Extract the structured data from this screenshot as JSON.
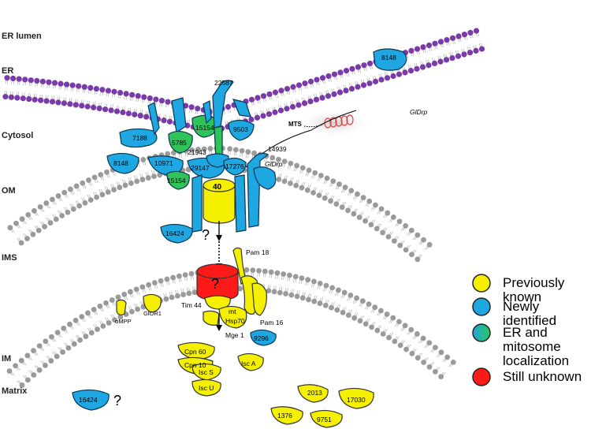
{
  "compartments": {
    "er_lumen": "ER lumen",
    "er": "ER",
    "cytosol": "Cytosol",
    "om": "OM",
    "ims": "IMS",
    "im": "IM",
    "matrix": "Matrix"
  },
  "proteins": {
    "p8148_er": "8148",
    "p22587": "22587",
    "gldrp_er": "GlDrp",
    "mts": "MTS",
    "p7188": "7188",
    "p5785": "5785",
    "p15154_er": "15154",
    "p9503": "9503",
    "p21943": "21943",
    "p14939": "14939",
    "p8148_cyt": "8148",
    "p10971": "10971",
    "p29147": "29147",
    "p17276": "17276",
    "p15154_om": "15154",
    "gldrp_om": "GlDrp",
    "tom40": "40",
    "p16424_ims": "16424",
    "q_ims": "?",
    "pam18": "Pam 18",
    "unknown_channel": "?",
    "tim44": "Tim 44",
    "mthsp70": "mt\nHsp70",
    "pam16": "Pam 16",
    "glor1": "GlOR1",
    "ampp": "αMPP",
    "mge1": "Mge 1",
    "p9296": "9296",
    "cpn60": "Cpn 60",
    "cpn10": "Cpn 10",
    "iscs": "Isc S",
    "isca": "Isc A",
    "iscu": "Isc U",
    "p16424_mx": "16424",
    "q_mx": "?",
    "p2013": "2013",
    "p17030": "17030",
    "p1376": "1376",
    "p9751": "9751"
  },
  "legend": [
    {
      "label": "Previously known",
      "color": "#f5f000"
    },
    {
      "label": "Newly identified",
      "color": "#1ea7e1"
    },
    {
      "label": "ER and mitosome\nlocalization",
      "color": "gradient-blue-green"
    },
    {
      "label": "Still unknown",
      "color": "#ff1a1a"
    }
  ],
  "colors": {
    "yellow": "#f5f000",
    "blue": "#1ea7e1",
    "green": "#2ec45a",
    "red": "#ff1a1a",
    "er_heads": "#7a3aa8",
    "membrane_heads": "#9a9a9a"
  }
}
